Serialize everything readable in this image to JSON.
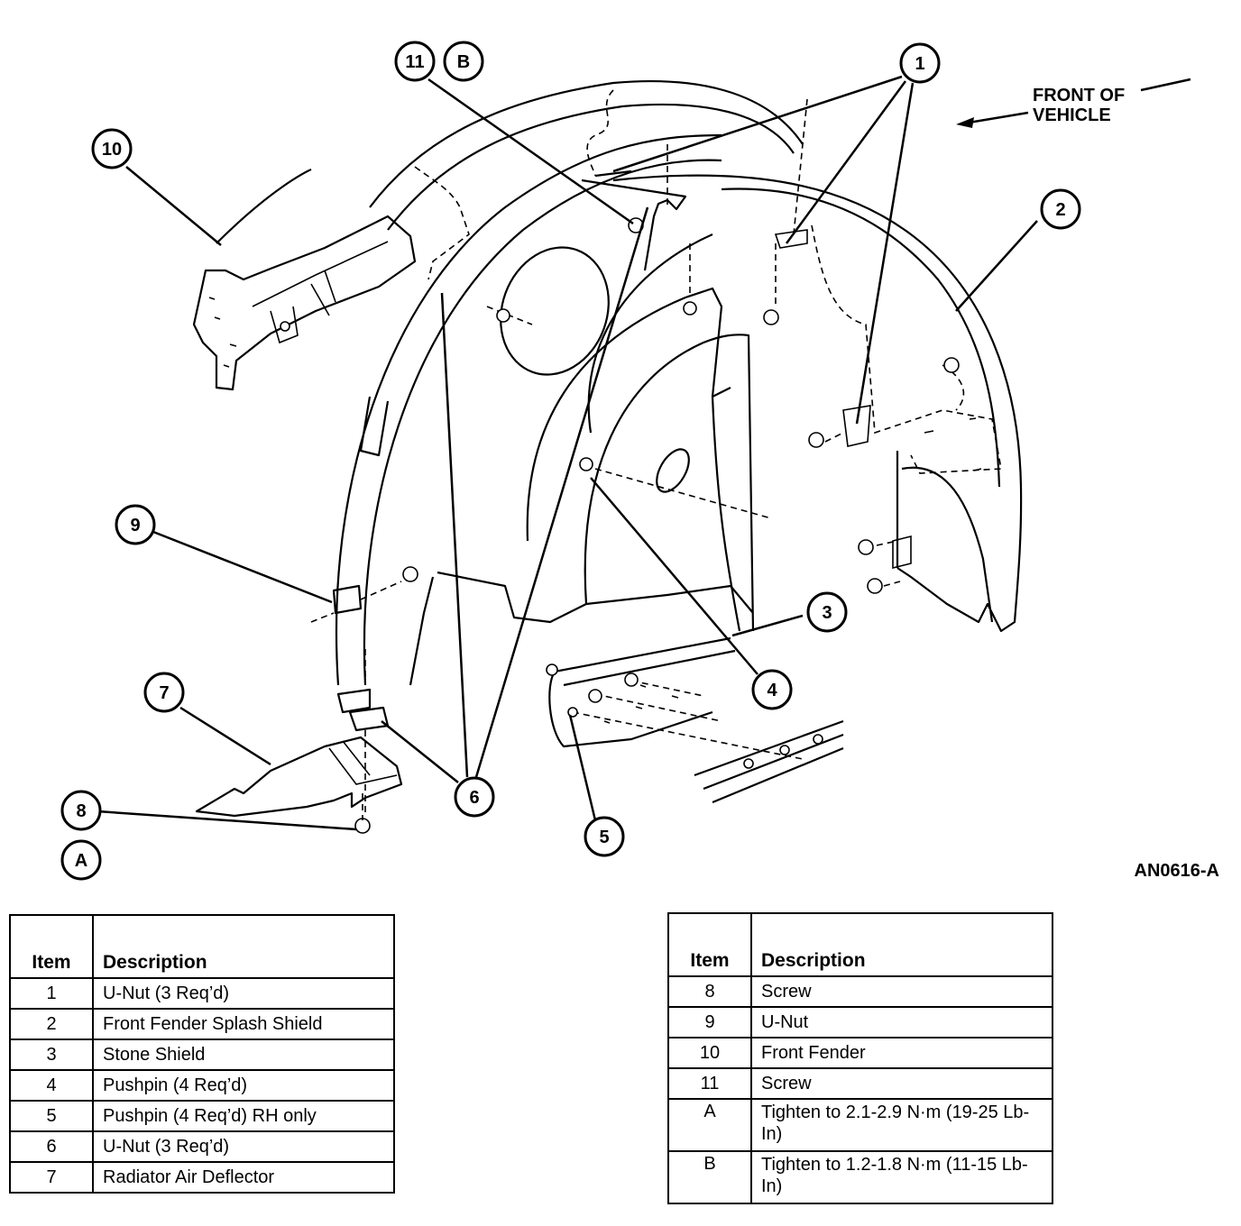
{
  "diagram": {
    "front_label_line1": "FRONT OF",
    "front_label_line2": "VEHICLE",
    "figure_code": "AN0616-A",
    "callouts": [
      "1",
      "2",
      "3",
      "4",
      "5",
      "6",
      "7",
      "8",
      "9",
      "10",
      "11",
      "A",
      "B"
    ]
  },
  "legend_left": {
    "header_item": "Item",
    "header_desc": "Description",
    "rows": [
      {
        "item": "1",
        "desc": "U-Nut (3 Req’d)"
      },
      {
        "item": "2",
        "desc": "Front Fender Splash Shield"
      },
      {
        "item": "3",
        "desc": "Stone Shield"
      },
      {
        "item": "4",
        "desc": "Pushpin (4 Req’d)"
      },
      {
        "item": "5",
        "desc": "Pushpin (4 Req’d) RH only"
      },
      {
        "item": "6",
        "desc": "U-Nut (3 Req’d)"
      },
      {
        "item": "7",
        "desc": "Radiator Air Deflector"
      }
    ]
  },
  "legend_right": {
    "header_item": "Item",
    "header_desc": "Description",
    "rows": [
      {
        "item": "8",
        "desc": "Screw"
      },
      {
        "item": "9",
        "desc": "U-Nut"
      },
      {
        "item": "10",
        "desc": "Front Fender"
      },
      {
        "item": "11",
        "desc": "Screw"
      },
      {
        "item": "A",
        "desc": "Tighten to 2.1-2.9 N·m (19-25 Lb-In)"
      },
      {
        "item": "B",
        "desc": "Tighten to 1.2-1.8 N·m (11-15 Lb-In)"
      }
    ]
  }
}
